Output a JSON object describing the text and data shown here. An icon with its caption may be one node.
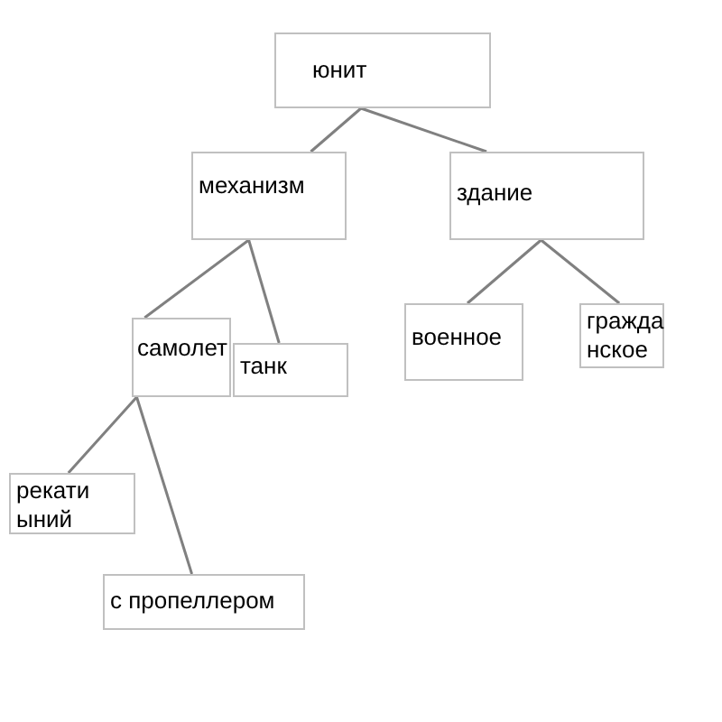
{
  "diagram": {
    "nodes": [
      {
        "text": [
          "юнит"
        ]
      },
      {
        "text": [
          "механизм"
        ]
      },
      {
        "text": [
          "здание"
        ]
      },
      {
        "text": [
          "самолет"
        ]
      },
      {
        "text": [
          "танк"
        ]
      },
      {
        "text": [
          "военное"
        ]
      },
      {
        "text": [
          "гражда нское"
        ]
      },
      {
        "text": [
          "рекати ыний"
        ]
      },
      {
        "text": [
          "с пропеллером"
        ]
      }
    ],
    "edges": [
      {
        "from": 0,
        "to": 1,
        "arrow": "none"
      },
      {
        "from": 0,
        "to": 2,
        "arrow": "none"
      },
      {
        "from": 1,
        "to": 3,
        "arrow": "none"
      },
      {
        "from": 1,
        "to": 4,
        "arrow": "none"
      },
      {
        "from": 2,
        "to": 5,
        "arrow": "none"
      },
      {
        "from": 2,
        "to": 6,
        "arrow": "none"
      },
      {
        "from": 3,
        "to": 7,
        "arrow": "none"
      },
      {
        "from": 3,
        "to": 8,
        "arrow": "none"
      }
    ]
  }
}
